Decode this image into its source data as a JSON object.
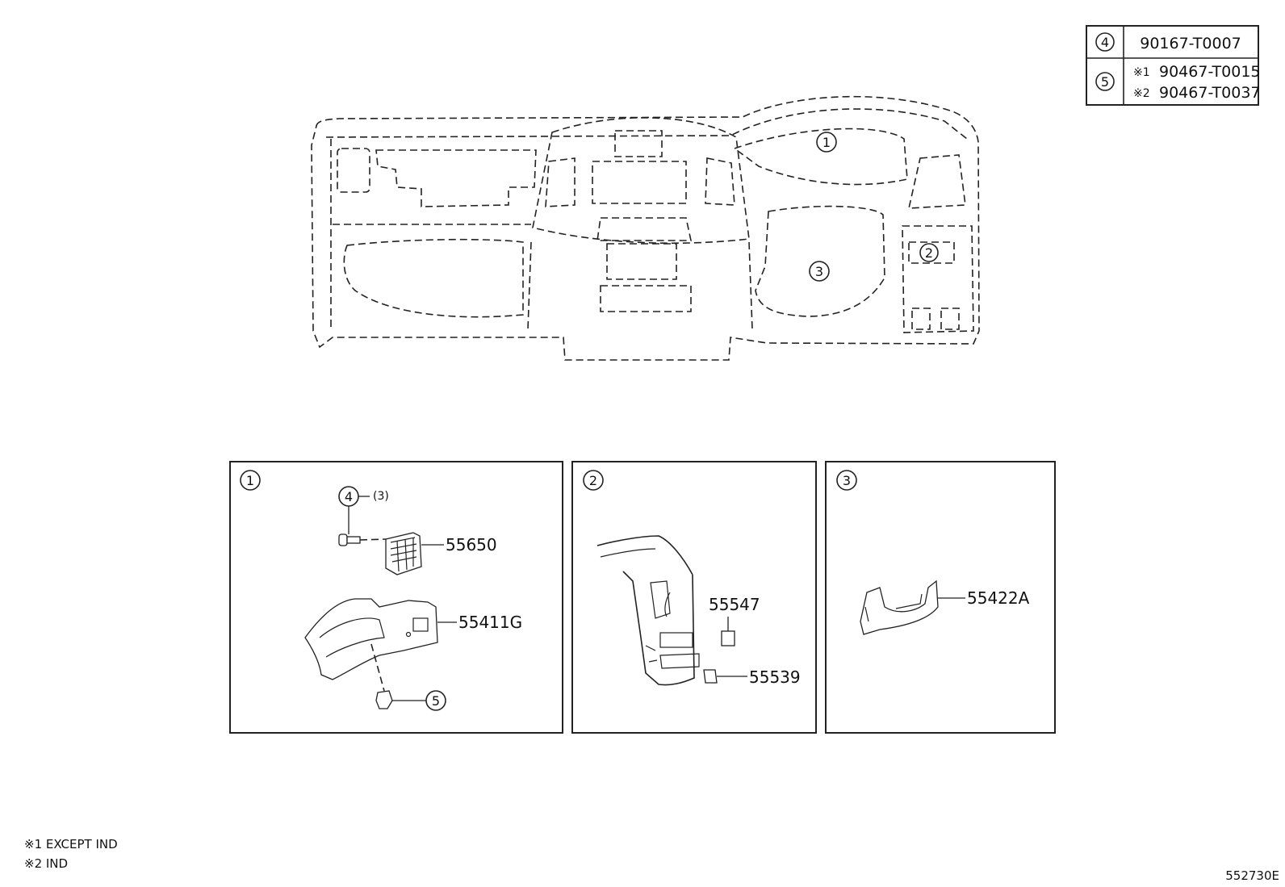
{
  "legend_table": {
    "rows": [
      {
        "ref": "4",
        "lines": [
          {
            "mark": "",
            "part": "90167-T0007"
          }
        ]
      },
      {
        "ref": "5",
        "lines": [
          {
            "mark": "※1",
            "part": "90467-T0015"
          },
          {
            "mark": "※2",
            "part": "90467-T0037"
          }
        ]
      }
    ]
  },
  "overview": {
    "callouts": [
      "1",
      "2",
      "3"
    ]
  },
  "panels": [
    {
      "id": "1",
      "parts": {
        "bolt_ref": "4",
        "bolt_qty": "(3)",
        "vent": "55650",
        "cover": "55411G",
        "clip_ref": "5"
      }
    },
    {
      "id": "2",
      "parts": {
        "upper": "55547",
        "lower": "55539"
      }
    },
    {
      "id": "3",
      "parts": {
        "cover": "55422A"
      }
    }
  ],
  "footnotes": [
    "※1 EXCEPT IND",
    "※2 IND"
  ],
  "diagram_code": "552730E"
}
